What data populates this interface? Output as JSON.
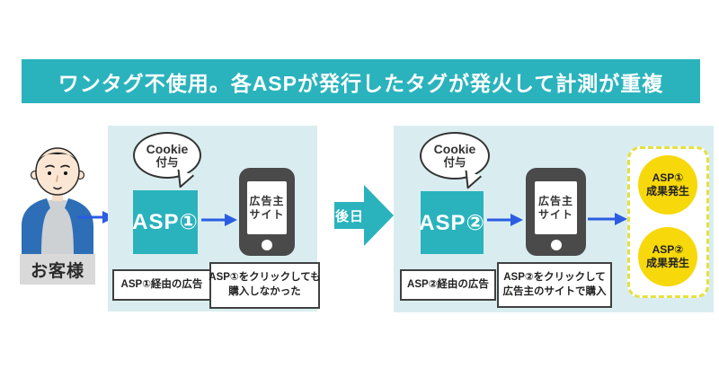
{
  "header": {
    "title": "ワンタグ不使用。各ASPが発行したタグが発火して計測が重複"
  },
  "customer": {
    "label": "お客様"
  },
  "panels": [
    {
      "cookie": {
        "line1": "Cookie",
        "line2": "付与"
      },
      "asp": "ASP①",
      "phone": {
        "line1": "広告主",
        "line2": "サイト"
      },
      "caption_ad": "ASP①経由の広告",
      "caption_action": {
        "line1": "ASP①をクリックしても",
        "line2": "購入しなかった"
      }
    },
    {
      "cookie": {
        "line1": "Cookie",
        "line2": "付与"
      },
      "asp": "ASP②",
      "phone": {
        "line1": "広告主",
        "line2": "サイト"
      },
      "caption_ad": "ASP②経由の広告",
      "caption_action": {
        "line1": "ASP②をクリックして",
        "line2": "広告主のサイトで購入"
      }
    }
  ],
  "later": {
    "label": "後日"
  },
  "results": {
    "items": [
      {
        "line1": "ASP①",
        "line2": "成果発生"
      },
      {
        "line1": "ASP②",
        "line2": "成果発生"
      }
    ]
  },
  "colors": {
    "teal": "#2ab3bd",
    "panel_bg": "#d9edf0",
    "arrow_blue": "#2b5ce2",
    "result_yellow": "#f7d80a",
    "dashed_yellow": "#e5e040",
    "phone_gray": "#4a4a4b",
    "customer_label_gray": "#d9d9d9"
  }
}
